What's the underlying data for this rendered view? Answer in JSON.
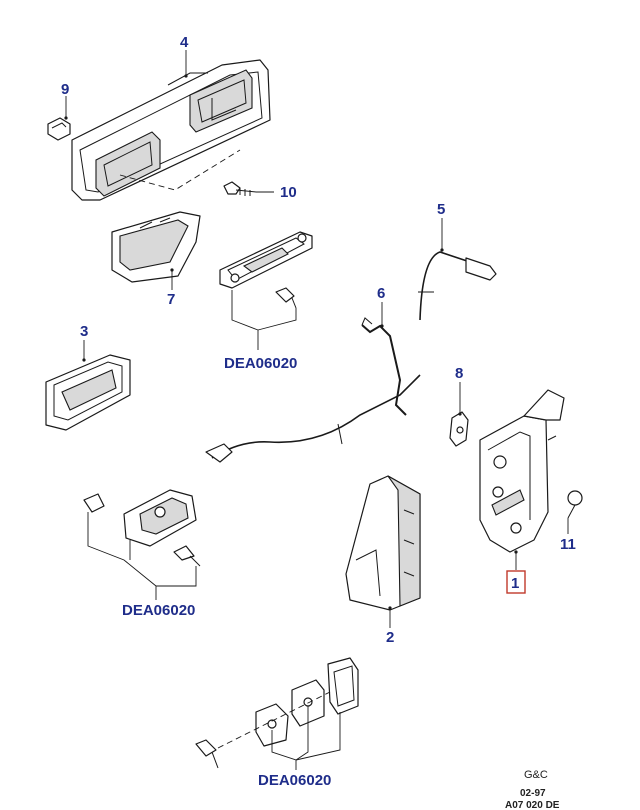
{
  "callouts": {
    "p1": "1",
    "p2": "2",
    "p3": "3",
    "p4": "4",
    "p5": "5",
    "p6": "6",
    "p7": "7",
    "p8": "8",
    "p9": "9",
    "p10": "10",
    "p11": "11"
  },
  "refs": {
    "ref_a": "DEA06020",
    "ref_b": "DEA06020",
    "ref_c": "DEA06020"
  },
  "footer": {
    "maker": "G&C",
    "date": "02-97",
    "code": "A07 020 DE"
  },
  "colors": {
    "label": "#1f2d8a",
    "highlight_box": "#c0392b",
    "line": "#1a1a1a"
  }
}
